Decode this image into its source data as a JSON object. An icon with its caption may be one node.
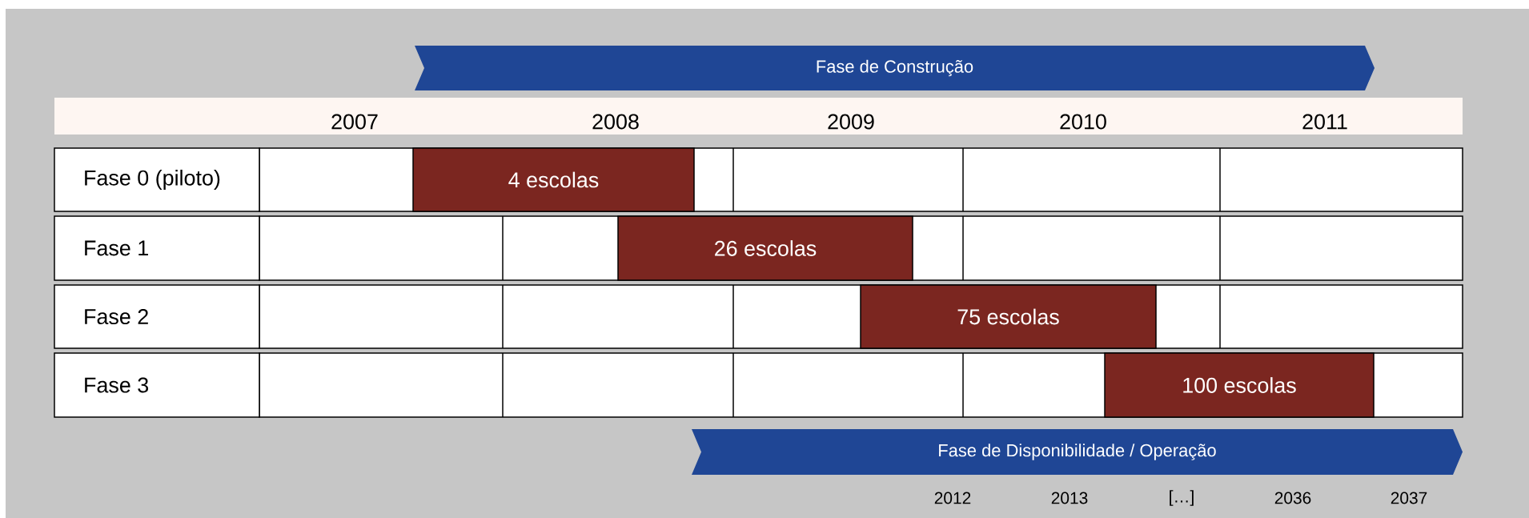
{
  "diagram": {
    "nodes": [
      {
        "text": [
          "Fase de Construção"
        ]
      },
      {
        "text": [
          "Fase 0 (piloto)"
        ]
      },
      {
        "text": [
          "Fase 1"
        ]
      },
      {
        "text": [
          "Fase 2"
        ]
      },
      {
        "text": [
          "Fase 3"
        ]
      },
      {
        "text": [
          "4 escolas"
        ]
      },
      {
        "text": [
          "26 escolas"
        ]
      },
      {
        "text": [
          "75 escolas"
        ]
      },
      {
        "text": [
          "100 escolas"
        ]
      },
      {
        "text": [
          "Fase de Disponibilidade / Operação"
        ]
      }
    ],
    "labels": [
      "2007",
      "2008",
      "2009",
      "2010",
      "2011",
      "2012",
      "2013",
      "[…]",
      "2036",
      "2037"
    ]
  }
}
